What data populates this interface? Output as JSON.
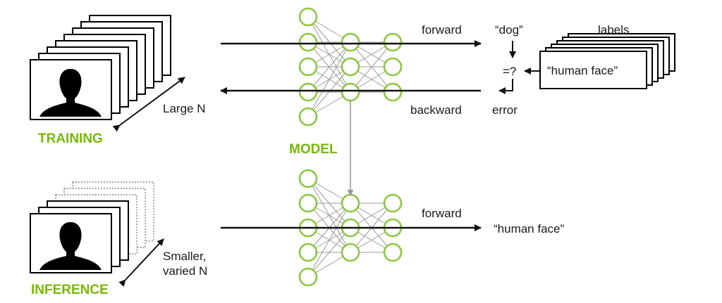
{
  "colors": {
    "accent_green": "#76b900",
    "neuron_stroke": "#8cc63f",
    "connection_gray": "#9a9a9a",
    "arrow_black": "#111111"
  },
  "icons": [
    "person-silhouette-icon",
    "arrow-right-icon",
    "arrow-left-icon",
    "double-arrow-icon"
  ],
  "training": {
    "section_label": "TRAINING",
    "stack_label": "Large N"
  },
  "inference": {
    "section_label": "INFERENCE",
    "stack_label_line1": "Smaller,",
    "stack_label_line2": "varied N"
  },
  "model": {
    "label": "MODEL"
  },
  "flow": {
    "forward_top": "forward",
    "backward": "backward",
    "forward_bottom": "forward",
    "prediction": "“dog”",
    "compare": "=?",
    "error": "error",
    "labels_title": "labels",
    "label_value": "“human face”",
    "inference_output": "“human face”"
  }
}
